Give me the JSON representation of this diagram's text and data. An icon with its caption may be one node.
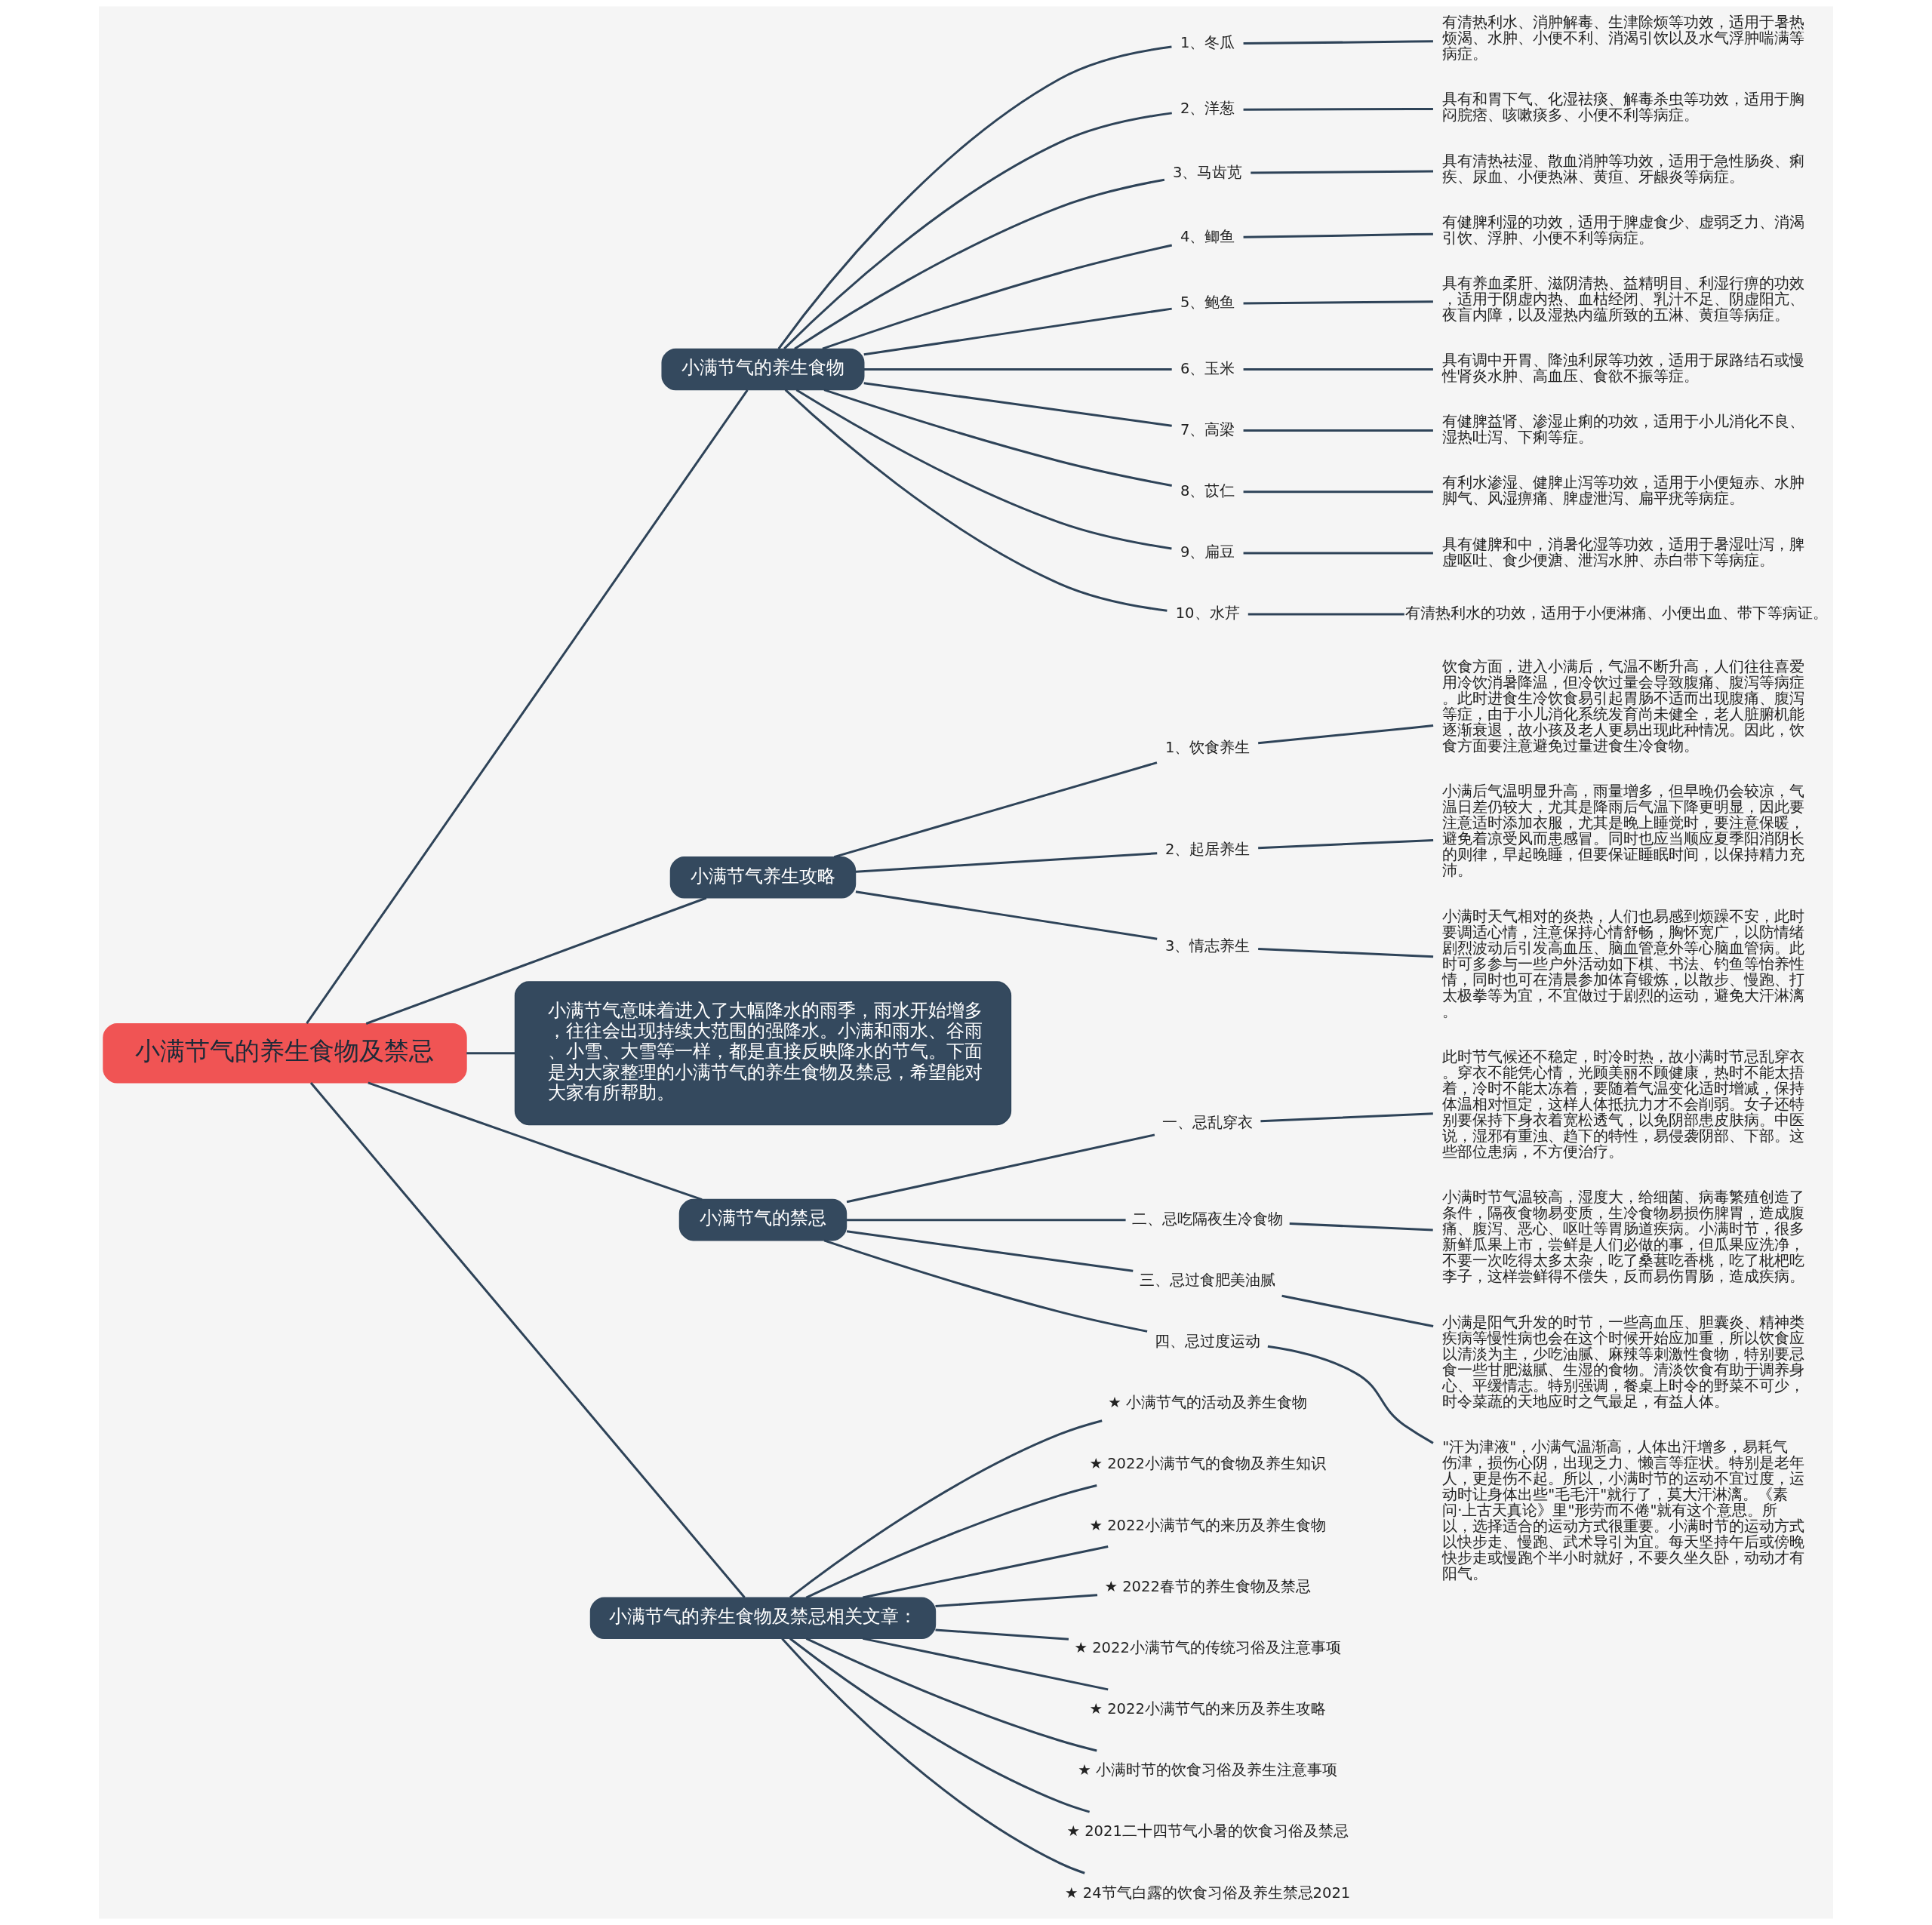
{
  "diagram": {
    "nodes": [
      {
        "text": [
          "小满节气的养生食物及禁忌"
        ]
      },
      {
        "text": [
          "小满节气的养生食物"
        ]
      },
      {
        "text": [
          "1、冬瓜"
        ]
      },
      {
        "text": [
          "有清热利水、消肿解毒、生津除烦等功效，适用于暑热烦渴、水肿、小便不利、消渴引饮以及水气浮肿喘满等病症。"
        ]
      },
      {
        "text": [
          "2、洋葱"
        ]
      },
      {
        "text": [
          "具有和胃下气、化湿祛痰、解毒杀虫等功效，适用于胸闷脘痞、咳嗽痰多、小便不利等病症。"
        ]
      },
      {
        "text": [
          "3、马齿苋"
        ]
      },
      {
        "text": [
          "具有清热祛湿、散血消肿等功效，适用于急性肠炎、痢疾、尿血、小便热淋、黄疸、牙龈炎等病症。"
        ]
      },
      {
        "text": [
          "4、鲫鱼"
        ]
      },
      {
        "text": [
          "有健脾利湿的功效，适用于脾虚食少、虚弱乏力、消渴引饮、浮肿、小便不利等病症。"
        ]
      },
      {
        "text": [
          "5、鲍鱼"
        ]
      },
      {
        "text": [
          "具有养血柔肝、滋阴清热、益精明目、利湿行痹的功效，适用于阴虚内热、血枯经闭、乳汁不足、阴虚阳亢、夜盲内障，以及湿热内蕴所致的五淋、黄疸等病症。"
        ]
      },
      {
        "text": [
          "6、玉米"
        ]
      },
      {
        "text": [
          "具有调中开胃、降浊利尿等功效，适用于尿路结石或慢性肾炎水肿、高血压、食欲不振等症。"
        ]
      },
      {
        "text": [
          "7、高梁"
        ]
      },
      {
        "text": [
          "有健脾益肾、渗湿止痢的功效，适用于小儿消化不良、湿热吐泻、下痢等症。"
        ]
      },
      {
        "text": [
          "8、苡仁"
        ]
      },
      {
        "text": [
          "有利水渗湿、健脾止泻等功效，适用于小便短赤、水肿脚气、风湿痹痛、脾虚泄泻、扁平疣等病症。"
        ]
      },
      {
        "text": [
          "9、扁豆"
        ]
      },
      {
        "text": [
          "具有健脾和中，消暑化湿等功效，适用于暑湿吐泻，脾虚呕吐、食少便溏、泄泻水肿、赤白带下等病症。"
        ]
      },
      {
        "text": [
          "10、水芹"
        ]
      },
      {
        "text": [
          "有清热利水的功效，适用于小便淋痛、小便出血、带下等病证。"
        ]
      },
      {
        "text": [
          "小满节气养生攻略"
        ]
      },
      {
        "text": [
          "1、饮食养生"
        ]
      },
      {
        "text": [
          "饮食方面，进入小满后，气温不断升高，人们往往喜爱用冷饮消暑降温，但冷饮过量会导致腹痛、腹泻等病症。此时进食生冷饮食易引起胃肠不适而出现腹痛、腹泻等症，由于小儿消化系统发育尚未健全，老人脏腑机能逐渐衰退，故小孩及老人更易出现此种情况。因此，饮食方面要注意避免过量进食生冷食物。"
        ]
      },
      {
        "text": [
          "2、起居养生"
        ]
      },
      {
        "text": [
          "小满后气温明显升高，雨量增多，但早晚仍会较凉，气温日差仍较大，尤其是降雨后气温下降更明显，因此要注意适时添加衣服，尤其是晚上睡觉时，要注意保暖，避免着凉受风而患感冒。同时也应当顺应夏季阳消阴长的则律，早起晚睡，但要保证睡眠时间，以保持精力充沛。"
        ]
      },
      {
        "text": [
          "3、情志养生"
        ]
      },
      {
        "text": [
          "小满时天气相对的炎热，人们也易感到烦躁不安，此时要调适心情，注意保持心情舒畅，胸怀宽广，以防情绪剧烈波动后引发高血压、脑血管意外等心脑血管病。此时可多参与一些户外活动如下棋、书法、钓鱼等怡养性情，同时也可在清晨参加体育锻炼，以散步、慢跑、打太极拳等为宜，不宜做过于剧烈的运动，避免大汗淋漓。"
        ]
      },
      {
        "text": [
          "小满节气意味着进入了大幅降水的雨季，雨水开始增多，往往会出现持续大范围的强降水。小满和雨水、谷雨、小雪、大雪等一样，都是直接反映降水的节气。下面是为大家整理的小满节气的养生食物及禁忌，希望能对大家有所帮助。"
        ]
      },
      {
        "text": [
          "小满节气的禁忌"
        ]
      },
      {
        "text": [
          "一、忌乱穿衣"
        ]
      },
      {
        "text": [
          "此时节气候还不稳定，时冷时热，故小满时节忌乱穿衣。穿衣不能凭心情，光顾美丽不顾健康，热时不能太捂着，冷时不能太冻着，要随着气温变化适时增减，保持体温相对恒定，这样人体抵抗力才不会削弱。女子还特别要保持下身衣着宽松透气，以免阴部患皮肤病。中医说，湿邪有重浊、趋下的特性，易侵袭阴部、下部。这些部位患病，不方便治疗。"
        ]
      },
      {
        "text": [
          "二、忌吃隔夜生冷食物"
        ]
      },
      {
        "text": [
          "小满时节气温较高，湿度大，给细菌、病毒繁殖创造了条件，隔夜食物易变质，生冷食物易损伤脾胃，造成腹痛、腹泻、恶心、呕吐等胃肠道疾病。小满时节，很多新鲜瓜果上市，尝鲜是人们必做的事，但瓜果应洗净，不要一次吃得太多太杂，吃了桑葚吃香桃，吃了枇杷吃李子，这样尝鲜得不偿失，反而易伤胃肠，造成疾病。"
        ]
      },
      {
        "text": [
          "三、忌过食肥美油腻"
        ]
      },
      {
        "text": [
          "小满是阳气升发的时节，一些高血压、胆囊炎、精神类疾病等慢性病也会在这个时候开始应加重，所以饮食应以清淡为主，少吃油腻、麻辣等刺激性食物，特别要忌食一些甘肥滋腻、生湿的食物。清淡饮食有助于调养身心、平缓情志。特别强调，餐桌上时令的野菜不可少，时令菜蔬的天地应时之气最足，有益人体。"
        ]
      },
      {
        "text": [
          "四、忌过度运动"
        ]
      },
      {
        "text": [
          "\"汗为津液\"，小满气温渐高，人体出汗增多，易耗气伤津，损伤心阴，出现乏力、懒言等症状。特别是老年人，更是伤不起。所以，小满时节的运动不宜过度，运动时让身体出些\"毛毛汗\"就行了，莫大汗淋漓。《素问·上古天真论》里\"形劳而不倦\"就有这个意思。所以，选择适合的运动方式很重要。小满时节的运动方式以快步走、慢跑、武术导引为宜。每天坚持午后或傍晚快步走或慢跑个半小时就好，不要久坐久卧，动动才有阳气。"
        ]
      },
      {
        "text": [
          "小满节气的养生食物及禁忌相关文章："
        ]
      },
      {
        "text": [
          "★ 小满节气的活动及养生食物"
        ]
      },
      {
        "text": [
          "★ 2022小满节气的食物及养生知识"
        ]
      },
      {
        "text": [
          "★ 2022小满节气的来历及养生食物"
        ]
      },
      {
        "text": [
          "★ 2022春节的养生食物及禁忌"
        ]
      },
      {
        "text": [
          "★ 2022小满节气的传统习俗及注意事项"
        ]
      },
      {
        "text": [
          "★ 2022小满节气的来历及养生攻略"
        ]
      },
      {
        "text": [
          "★ 小满时节的饮食习俗及养生注意事项"
        ]
      },
      {
        "text": [
          "★ 2021二十四节气小暑的饮食习俗及禁忌"
        ]
      },
      {
        "text": [
          "★ 24节气白露的饮食习俗及养生禁忌2021"
        ]
      }
    ],
    "edges": [
      {
        "from": 0,
        "to": 1,
        "arrow": "none"
      },
      {
        "from": 1,
        "to": 2,
        "arrow": "none"
      },
      {
        "from": 2,
        "to": 3,
        "arrow": "none"
      },
      {
        "from": 1,
        "to": 4,
        "arrow": "none"
      },
      {
        "from": 4,
        "to": 5,
        "arrow": "none"
      },
      {
        "from": 1,
        "to": 6,
        "arrow": "none"
      },
      {
        "from": 6,
        "to": 7,
        "arrow": "none"
      },
      {
        "from": 1,
        "to": 8,
        "arrow": "none"
      },
      {
        "from": 8,
        "to": 9,
        "arrow": "none"
      },
      {
        "from": 1,
        "to": 10,
        "arrow": "none"
      },
      {
        "from": 10,
        "to": 11,
        "arrow": "none"
      },
      {
        "from": 1,
        "to": 12,
        "arrow": "none"
      },
      {
        "from": 12,
        "to": 13,
        "arrow": "none"
      },
      {
        "from": 1,
        "to": 14,
        "arrow": "none"
      },
      {
        "from": 14,
        "to": 15,
        "arrow": "none"
      },
      {
        "from": 1,
        "to": 16,
        "arrow": "none"
      },
      {
        "from": 16,
        "to": 17,
        "arrow": "none"
      },
      {
        "from": 1,
        "to": 18,
        "arrow": "none"
      },
      {
        "from": 18,
        "to": 19,
        "arrow": "none"
      },
      {
        "from": 1,
        "to": 20,
        "arrow": "none"
      },
      {
        "from": 20,
        "to": 21,
        "arrow": "none"
      },
      {
        "from": 0,
        "to": 22,
        "arrow": "none"
      },
      {
        "from": 22,
        "to": 23,
        "arrow": "none"
      },
      {
        "from": 23,
        "to": 24,
        "arrow": "none"
      },
      {
        "from": 22,
        "to": 25,
        "arrow": "none"
      },
      {
        "from": 25,
        "to": 26,
        "arrow": "none"
      },
      {
        "from": 22,
        "to": 27,
        "arrow": "none"
      },
      {
        "from": 27,
        "to": 28,
        "arrow": "none"
      },
      {
        "from": 0,
        "to": 29,
        "arrow": "none"
      },
      {
        "from": 0,
        "to": 30,
        "arrow": "none"
      },
      {
        "from": 30,
        "to": 31,
        "arrow": "none"
      },
      {
        "from": 31,
        "to": 32,
        "arrow": "none"
      },
      {
        "from": 30,
        "to": 33,
        "arrow": "none"
      },
      {
        "from": 33,
        "to": 34,
        "arrow": "none"
      },
      {
        "from": 30,
        "to": 35,
        "arrow": "none"
      },
      {
        "from": 35,
        "to": 36,
        "arrow": "none"
      },
      {
        "from": 30,
        "to": 37,
        "arrow": "none"
      },
      {
        "from": 37,
        "to": 38,
        "arrow": "none"
      },
      {
        "from": 0,
        "to": 39,
        "arrow": "none"
      },
      {
        "from": 39,
        "to": 40,
        "arrow": "none"
      },
      {
        "from": 39,
        "to": 41,
        "arrow": "none"
      },
      {
        "from": 39,
        "to": 42,
        "arrow": "none"
      },
      {
        "from": 39,
        "to": 43,
        "arrow": "none"
      },
      {
        "from": 39,
        "to": 44,
        "arrow": "none"
      },
      {
        "from": 39,
        "to": 45,
        "arrow": "none"
      },
      {
        "from": 39,
        "to": 46,
        "arrow": "none"
      },
      {
        "from": 39,
        "to": 47,
        "arrow": "none"
      },
      {
        "from": 39,
        "to": 48,
        "arrow": "none"
      }
    ]
  }
}
